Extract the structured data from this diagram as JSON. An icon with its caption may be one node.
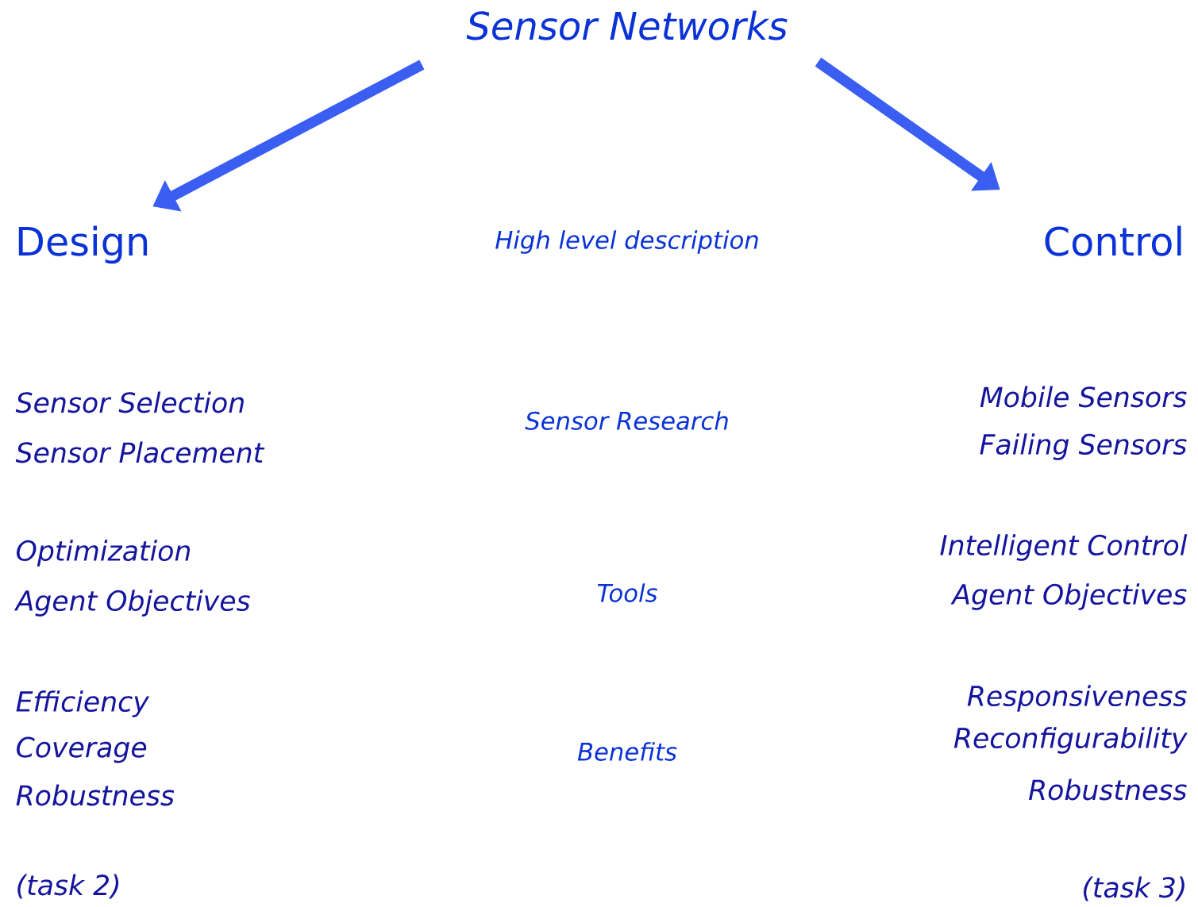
{
  "diagram": {
    "nodes": [
      {
        "text": [
          "Sensor Networks"
        ]
      },
      {
        "text": [
          "Design"
        ]
      },
      {
        "text": [
          "Control"
        ]
      }
    ],
    "edges": [
      {
        "from": 0,
        "to": 1,
        "arrow": "to"
      },
      {
        "from": 0,
        "to": 2,
        "arrow": "to"
      }
    ],
    "labels": [
      "High level description",
      "Sensor Selection",
      "Mobile Sensors",
      "Sensor Research",
      "Sensor Placement",
      "Failing Sensors",
      "Intelligent Control",
      "Optimization",
      "Tools",
      "Agent Objectives",
      "Agent Objectives",
      "Responsiveness",
      "Efficiency",
      "Reconfigurability",
      "Coverage",
      "Benefits",
      "Robustness",
      "Robustness",
      "(task 2)",
      "(task 3)"
    ]
  }
}
